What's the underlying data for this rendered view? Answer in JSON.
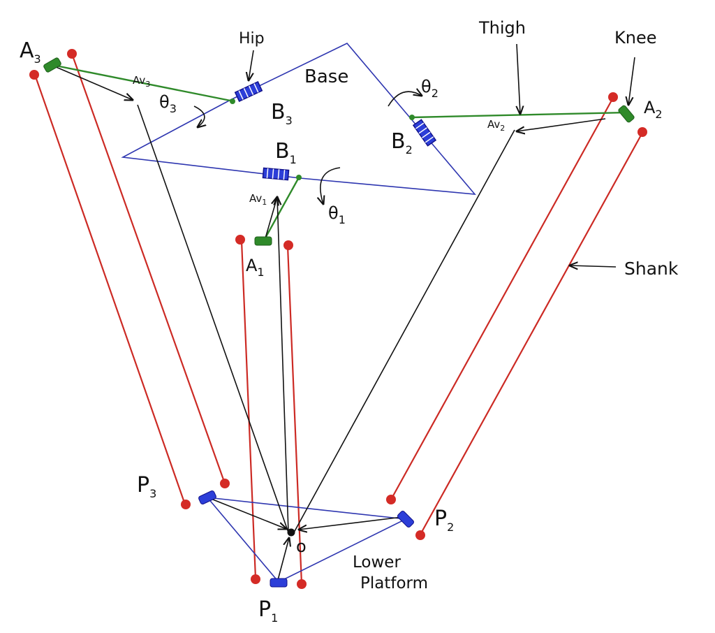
{
  "colors": {
    "base": "#2e36b0",
    "thigh": "#2f8a2a",
    "shank": "#cc2a24",
    "joint_red": "#d42b26",
    "hip_blue": "#2c3ed8",
    "vector": "#111111"
  },
  "labels": {
    "hip": "Hip",
    "thigh": "Thigh",
    "knee": "Knee",
    "base": "Base",
    "shank": "Shank",
    "lower_platform_1": "Lower",
    "lower_platform_2": "Platform",
    "origin": "o",
    "A1": {
      "main": "A",
      "sub": "1"
    },
    "A2": {
      "main": "A",
      "sub": "2"
    },
    "A3": {
      "main": "A",
      "sub": "3"
    },
    "B1": {
      "main": "B",
      "sub": "1"
    },
    "B2": {
      "main": "B",
      "sub": "2"
    },
    "B3": {
      "main": "B",
      "sub": "3"
    },
    "P1": {
      "main": "P",
      "sub": "1"
    },
    "P2": {
      "main": "P",
      "sub": "2"
    },
    "P3": {
      "main": "P",
      "sub": "3"
    },
    "theta1": {
      "main": "θ",
      "sub": "1"
    },
    "theta2": {
      "main": "θ",
      "sub": "2"
    },
    "theta3": {
      "main": "θ",
      "sub": "3"
    },
    "Av1": {
      "main": "Av",
      "sub": "1"
    },
    "Av2": {
      "main": "Av",
      "sub": "2"
    },
    "Av3": {
      "main": "Av",
      "sub": "3"
    }
  }
}
